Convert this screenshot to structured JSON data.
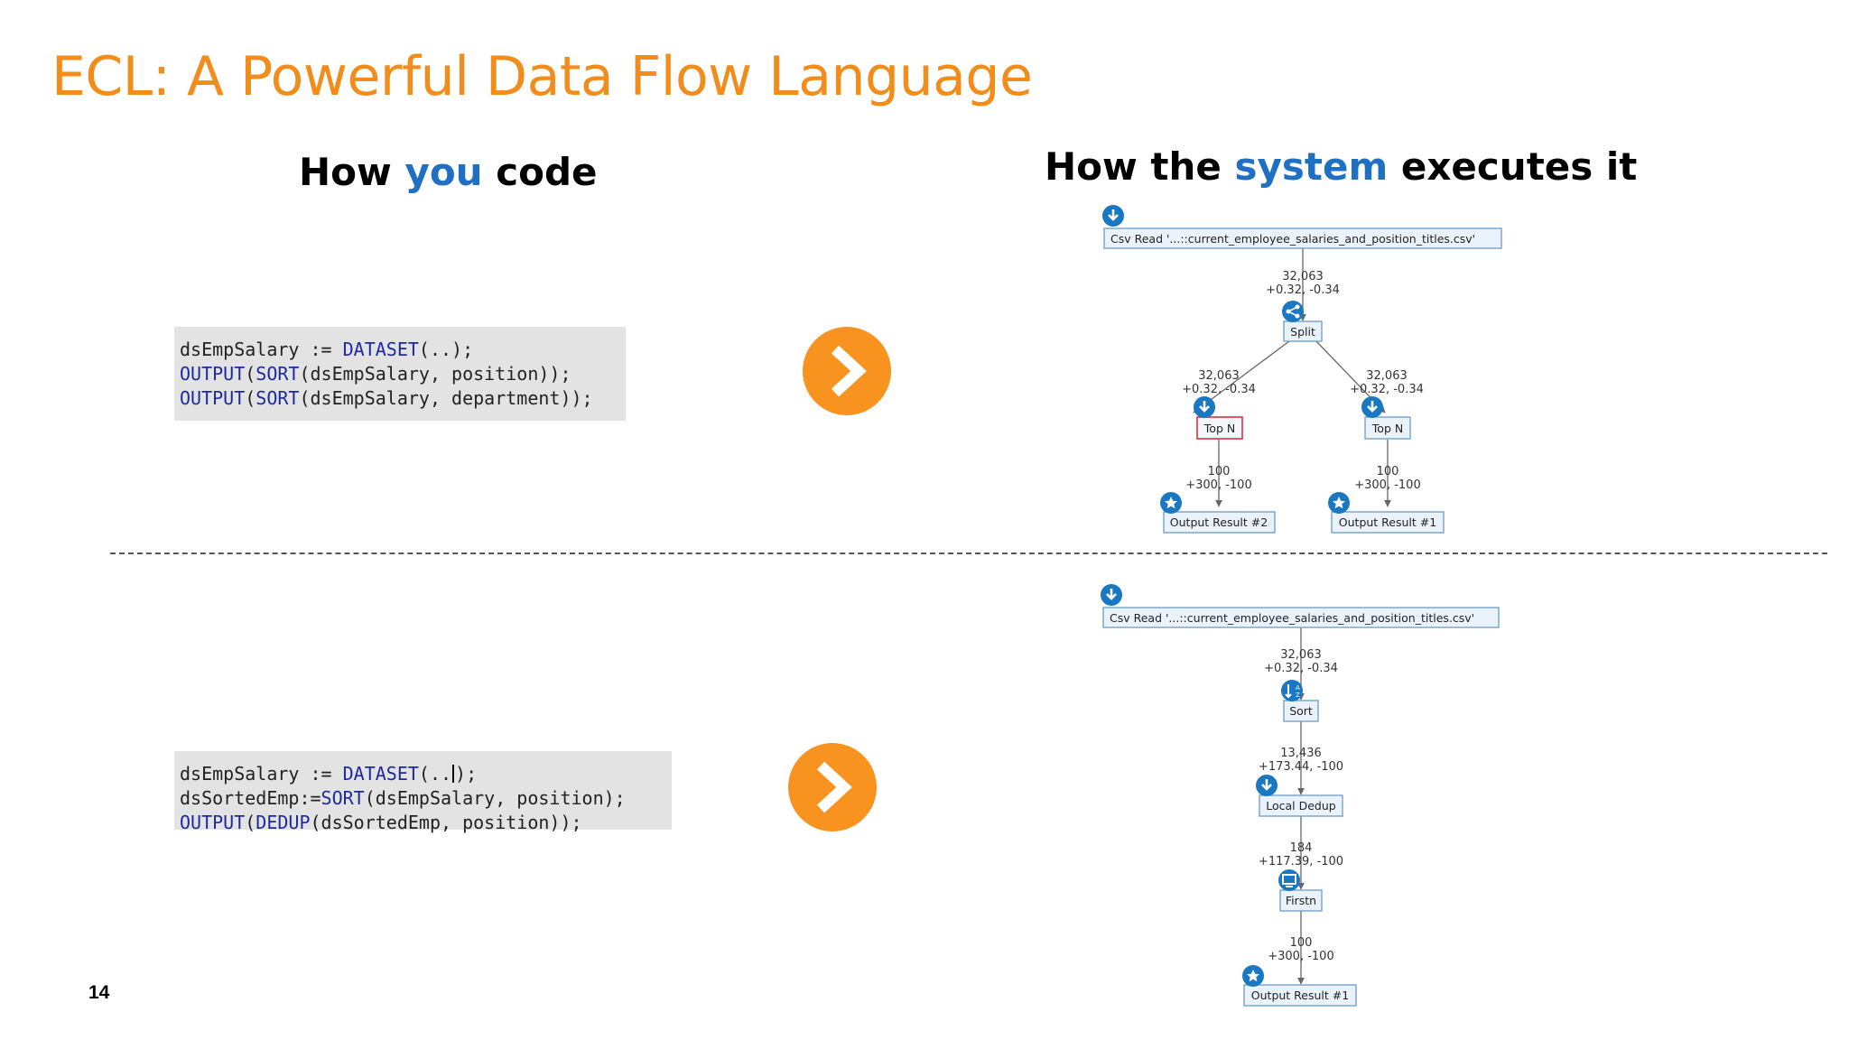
{
  "slide": {
    "title": "ECL: A Powerful Data Flow Language",
    "page_number": "14",
    "left_heading": {
      "before": "How ",
      "accent": "you",
      "after": " code"
    },
    "right_heading": {
      "before": "How the ",
      "accent": "system",
      "after": " executes it"
    }
  },
  "code_top": {
    "lines": [
      [
        {
          "t": "dsEmpSalary := ",
          "k": false
        },
        {
          "t": "DATASET",
          "k": true
        },
        {
          "t": "(..);",
          "k": false
        }
      ],
      [
        {
          "t": "OUTPUT",
          "k": true
        },
        {
          "t": "(",
          "k": false
        },
        {
          "t": "SORT",
          "k": true
        },
        {
          "t": "(dsEmpSalary, position));",
          "k": false
        }
      ],
      [
        {
          "t": "OUTPUT",
          "k": true
        },
        {
          "t": "(",
          "k": false
        },
        {
          "t": "SORT",
          "k": true
        },
        {
          "t": "(dsEmpSalary, department));",
          "k": false
        }
      ]
    ]
  },
  "code_bottom": {
    "lines": [
      [
        {
          "t": "dsEmpSalary := ",
          "k": false
        },
        {
          "t": "DATASET",
          "k": true
        },
        {
          "t": "(..",
          "k": false
        },
        {
          "t": "",
          "k": false,
          "cursor": true
        },
        {
          "t": ");",
          "k": false
        }
      ],
      [
        {
          "t": "dsSortedEmp:=",
          "k": false
        },
        {
          "t": "SORT",
          "k": true
        },
        {
          "t": "(dsEmpSalary, position);",
          "k": false
        }
      ],
      [
        {
          "t": "OUTPUT",
          "k": true
        },
        {
          "t": "(",
          "k": false
        },
        {
          "t": "DEDUP",
          "k": true
        },
        {
          "t": "(dsSortedEmp, position));",
          "k": false
        }
      ]
    ]
  },
  "graph_top": {
    "nodes": {
      "csv_read": "Csv Read '...::current_employee_salaries_and_position_titles.csv'",
      "split": "Split",
      "top_n_left": "Top N",
      "top_n_right": "Top N",
      "output_left": "Output Result #2",
      "output_right": "Output Result #1"
    },
    "edges": {
      "csv_to_split": [
        "32,063",
        "+0.32, -0.34"
      ],
      "split_to_left": [
        "32,063",
        "+0.32, -0.34"
      ],
      "split_to_right": [
        "32,063",
        "+0.32, -0.34"
      ],
      "left_to_output": [
        "100",
        "+300, -100"
      ],
      "right_to_output": [
        "100",
        "+300, -100"
      ]
    }
  },
  "graph_bottom": {
    "nodes": {
      "csv_read": "Csv Read '...::current_employee_salaries_and_position_titles.csv'",
      "sort": "Sort",
      "local_dedup": "Local Dedup",
      "firstn": "Firstn",
      "output": "Output Result #1"
    },
    "edges": {
      "csv_to_sort": [
        "32,063",
        "+0.32, -0.34"
      ],
      "sort_to_dedup": [
        "13,436",
        "+173.44, -100"
      ],
      "dedup_to_firstn": [
        "184",
        "+117.39, -100"
      ],
      "firstn_to_output": [
        "100",
        "+300, -100"
      ]
    }
  },
  "colors": {
    "title_orange": "#f28c1a",
    "accent_blue": "#1f6fc3",
    "arrow_orange": "#f7931e",
    "code_keyword": "#1d2a9e",
    "node_fill": "#eaf3fb",
    "node_border": "#6a9cc9",
    "selected_border": "#d9323c",
    "icon_blue": "#1a78c2"
  },
  "icons": {
    "arrow": "chevron-right-icon",
    "read": "download-icon",
    "split": "share-icon",
    "sort": "sort-icon",
    "output": "star-icon",
    "firstn": "monitor-icon"
  }
}
